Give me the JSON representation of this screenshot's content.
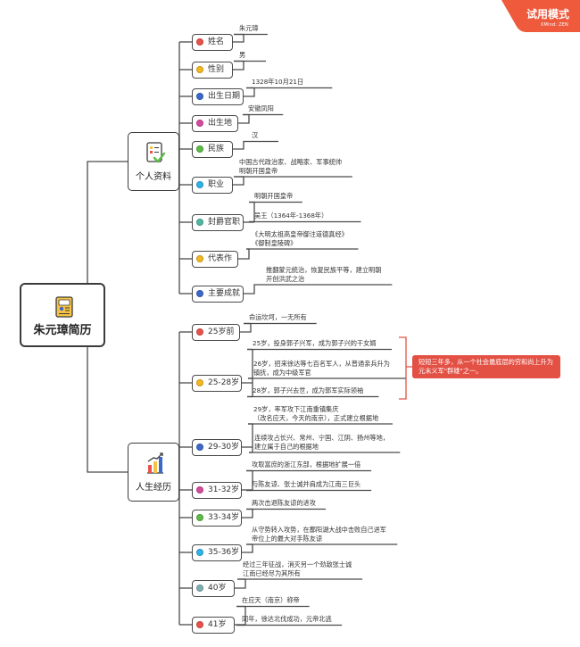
{
  "watermark": {
    "title": "试用模式",
    "brand": "XMind: ZEN"
  },
  "root": {
    "label": "朱元璋简历",
    "icon": "resume-icon"
  },
  "sections": [
    {
      "label": "个人资料",
      "icon": "checklist-icon",
      "topics": [
        {
          "label": "姓名",
          "color": "#e8524a",
          "leaves": [
            [
              "朱元璋"
            ]
          ]
        },
        {
          "label": "性别",
          "color": "#f3b81f",
          "leaves": [
            [
              "男"
            ]
          ]
        },
        {
          "label": "出生日期",
          "color": "#3c68c9",
          "leaves": [
            [
              "1328年10月21日"
            ]
          ]
        },
        {
          "label": "出生地",
          "color": "#d64a9e",
          "leaves": [
            [
              "安徽凤阳"
            ]
          ]
        },
        {
          "label": "民族",
          "color": "#5cbb47",
          "leaves": [
            [
              "汉"
            ]
          ]
        },
        {
          "label": "职业",
          "color": "#2fb3e6",
          "leaves": [
            [
              "中国古代政治家、战略家、军事统帅",
              "明朝开国皇帝"
            ]
          ]
        },
        {
          "label": "封爵官职",
          "color": "#4fb6a1",
          "leaves": [
            [
              "明朝开国皇帝"
            ],
            [
              "吴王（1364年-1368年）"
            ]
          ]
        },
        {
          "label": "代表作",
          "color": "#f3b81f",
          "leaves": [
            [
              "《大明太祖高皇帝御注道德真经》",
              "《御制皇陵碑》"
            ]
          ]
        },
        {
          "label": "主要成就",
          "color": "#3c68c9",
          "leaves": [
            [
              "推翻蒙元统治，恢复民族平等，建立明朝",
              "开创洪武之治"
            ]
          ]
        }
      ]
    },
    {
      "label": "人生经历",
      "icon": "growth-chart-icon",
      "topics": [
        {
          "label": "25岁前",
          "color": "#e8524a",
          "leaves": [
            [
              "命运坎坷，一无所有"
            ]
          ]
        },
        {
          "label": "25-28岁",
          "color": "#f3b81f",
          "leaves": [
            [
              "25岁，投身郭子兴军，成为郭子兴的干女婿"
            ],
            [
              "26岁，招来徐达等七百名军人，从普通亲兵升为",
              "镇抚，成为中级军官"
            ],
            [
              "28岁，郭子兴去世，成为郭军实际领袖"
            ]
          ]
        },
        {
          "label": "29-30岁",
          "color": "#3c68c9",
          "leaves": [
            [
              "29岁，率军攻下江南重镇集庆",
              "（改名应天，今天的南京），正式建立根据地"
            ],
            [
              "连续攻占长兴、常州、宁国、江阴、扬州等地，",
              "建立属于自己的根据地"
            ]
          ]
        },
        {
          "label": "31-32岁",
          "color": "#d64a9e",
          "leaves": [
            [
              "攻取富庶的浙江东部，根据地扩展一倍"
            ],
            [
              "与陈友谅、张士诚并肩成为江南三巨头"
            ]
          ]
        },
        {
          "label": "33-34岁",
          "color": "#5cbb47",
          "leaves": [
            [
              "两次击退陈友谅的进攻"
            ]
          ]
        },
        {
          "label": "35-36岁",
          "color": "#2fb3e6",
          "leaves": [
            [
              "从守势转入攻势，在鄱阳湖大战中击败自己进军",
              "帝位上的最大对手陈友谅"
            ]
          ]
        },
        {
          "label": "40岁",
          "color": "#7faeb0",
          "leaves": [
            [
              "经过三年征战，消灭另一个劲敌张士诚",
              "江南已经尽为其所有"
            ]
          ]
        },
        {
          "label": "41岁",
          "color": "#e8524a",
          "leaves": [
            [
              "在应天（南京）称帝"
            ],
            [
              "同年，徐达北伐成功，元帝北逃"
            ]
          ]
        }
      ]
    }
  ],
  "summary": {
    "lines": [
      "短短三年多，从一个社会最底层的穷和尚上升为",
      "元末义军\"群雄\"之一。"
    ]
  }
}
